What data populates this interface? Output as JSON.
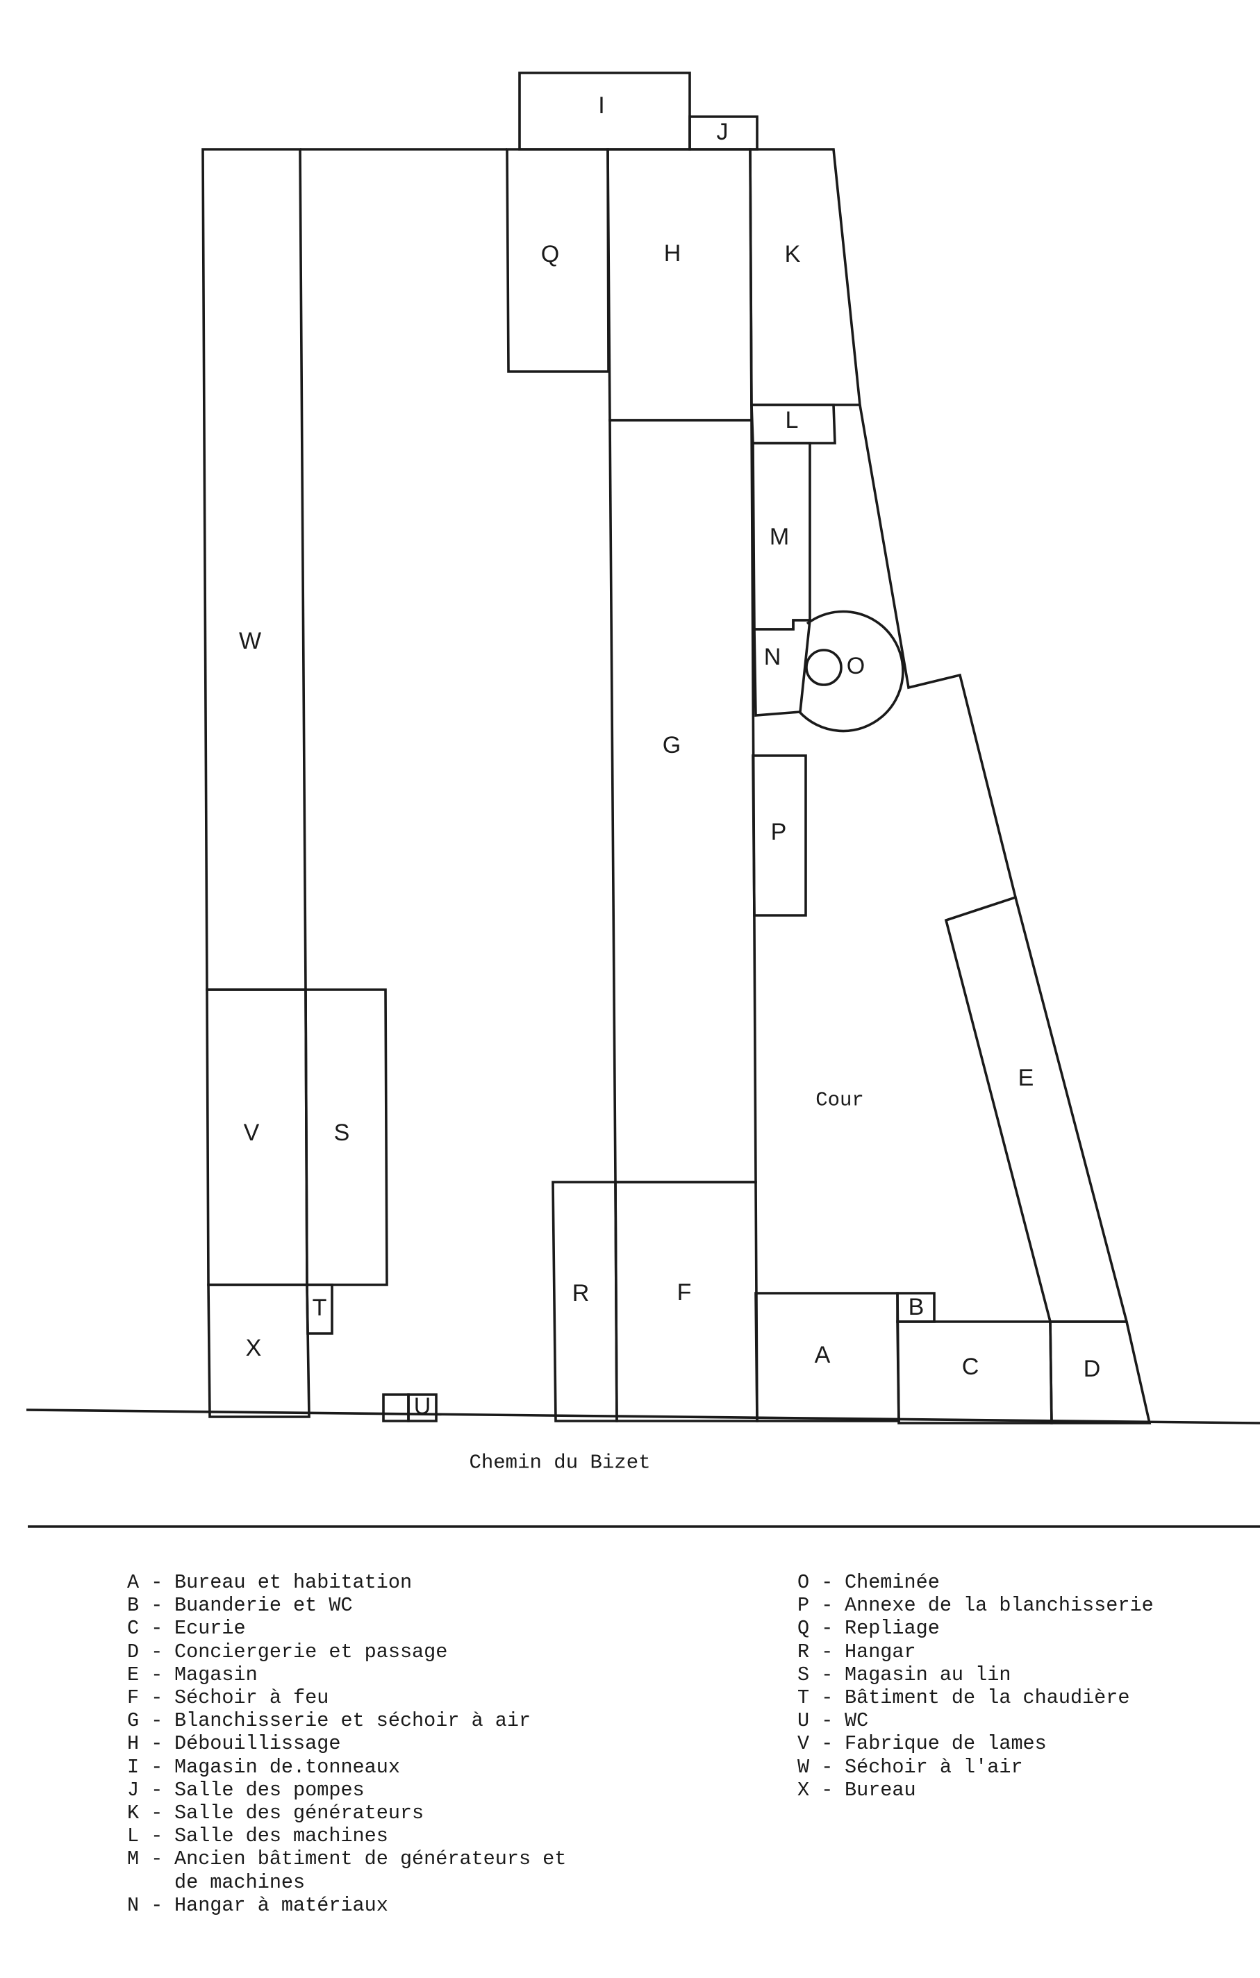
{
  "buildings": [
    {
      "key": "A"
    },
    {
      "key": "B"
    },
    {
      "key": "C"
    },
    {
      "key": "D"
    },
    {
      "key": "E"
    },
    {
      "key": "F"
    },
    {
      "key": "G"
    },
    {
      "key": "H"
    },
    {
      "key": "I"
    },
    {
      "key": "J"
    },
    {
      "key": "K"
    },
    {
      "key": "L"
    },
    {
      "key": "M"
    },
    {
      "key": "N"
    },
    {
      "key": "O"
    },
    {
      "key": "P"
    },
    {
      "key": "Q"
    },
    {
      "key": "R"
    },
    {
      "key": "S"
    },
    {
      "key": "T"
    },
    {
      "key": "U"
    },
    {
      "key": "V"
    },
    {
      "key": "W"
    },
    {
      "key": "X"
    }
  ],
  "courtyard_label": "Cour",
  "street_label": "Chemin du Bizet",
  "legend": {
    "left": [
      {
        "key": "A",
        "sep": "-",
        "desc": "Bureau et habitation"
      },
      {
        "key": "B",
        "sep": "-",
        "desc": "Buanderie et WC"
      },
      {
        "key": "C",
        "sep": "-",
        "desc": "Ecurie"
      },
      {
        "key": "D",
        "sep": "-",
        "desc": "Conciergerie et passage"
      },
      {
        "key": "E",
        "sep": "-",
        "desc": "Magasin"
      },
      {
        "key": "F",
        "sep": "-",
        "desc": "Séchoir à feu"
      },
      {
        "key": "G",
        "sep": "-",
        "desc": "Blanchisserie et séchoir à air"
      },
      {
        "key": "H",
        "sep": "-",
        "desc": "Débouillissage"
      },
      {
        "key": "I",
        "sep": "-",
        "desc": "Magasin de.tonneaux"
      },
      {
        "key": "J",
        "sep": "-",
        "desc": "Salle des pompes"
      },
      {
        "key": "K",
        "sep": "-",
        "desc": "Salle des générateurs"
      },
      {
        "key": "L",
        "sep": "-",
        "desc": "Salle des machines"
      },
      {
        "key": "M",
        "sep": "-",
        "desc": "Ancien bâtiment de générateurs et\nde machines"
      },
      {
        "key": "N",
        "sep": "-",
        "desc": "Hangar à matériaux"
      }
    ],
    "right": [
      {
        "key": "O",
        "sep": "-",
        "desc": "Cheminée"
      },
      {
        "key": "P",
        "sep": "-",
        "desc": "Annexe de la blanchisserie"
      },
      {
        "key": "Q",
        "sep": "-",
        "desc": "Repliage"
      },
      {
        "key": "R",
        "sep": "-",
        "desc": "Hangar"
      },
      {
        "key": "S",
        "sep": "-",
        "desc": "Magasin au lin"
      },
      {
        "key": "T",
        "sep": "-",
        "desc": "Bâtiment de la chaudière"
      },
      {
        "key": "U",
        "sep": "-",
        "desc": "WC"
      },
      {
        "key": "V",
        "sep": "-",
        "desc": "Fabrique de lames"
      },
      {
        "key": "W",
        "sep": "-",
        "desc": "Séchoir à l'air"
      },
      {
        "key": "X",
        "sep": "-",
        "desc": "Bureau"
      }
    ]
  }
}
